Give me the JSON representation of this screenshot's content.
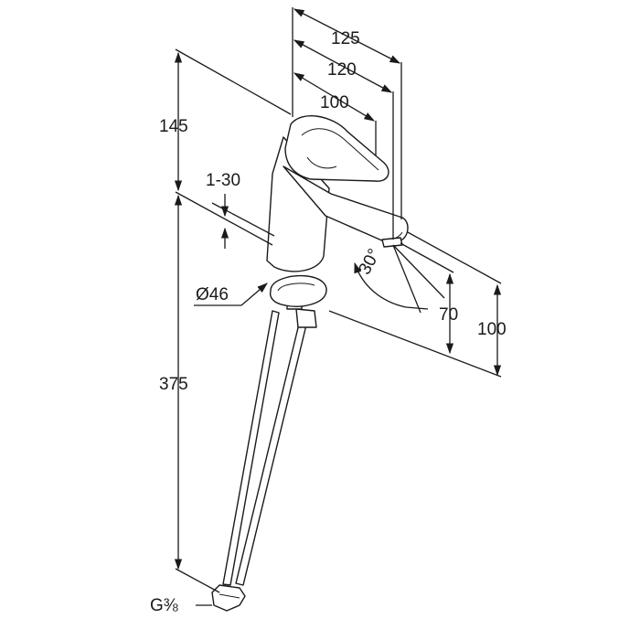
{
  "dimensions": {
    "d125": "125",
    "d120": "120",
    "d100_top": "100",
    "d145": "145",
    "d1_30": "1-30",
    "d30deg": "30°",
    "d46": "Ø46",
    "d70": "70",
    "d100_right": "100",
    "d375": "375",
    "thread": "G⅜"
  },
  "colors": {
    "line": "#1a1a1a",
    "background": "#ffffff"
  }
}
